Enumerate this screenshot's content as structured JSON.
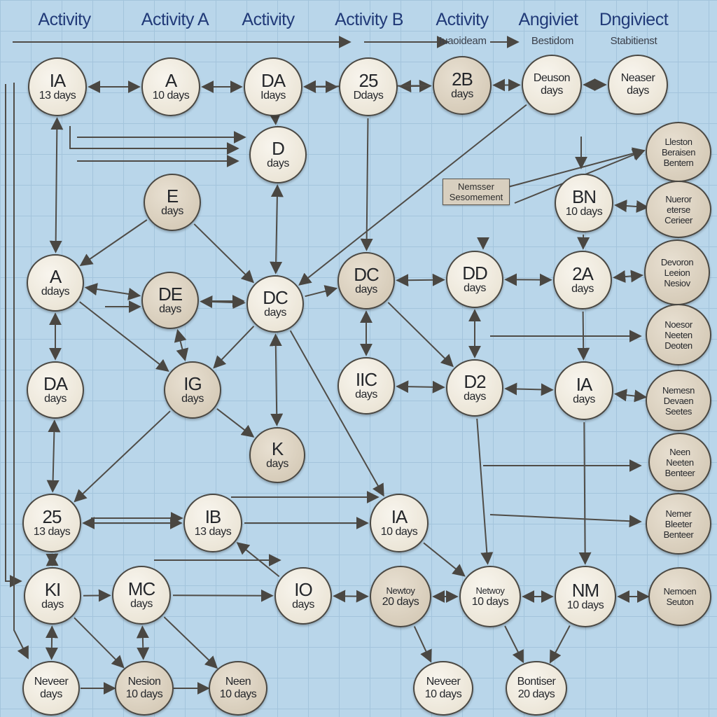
{
  "headers": [
    {
      "id": "h1",
      "text": "Activity"
    },
    {
      "id": "h2",
      "text": "Activity A"
    },
    {
      "id": "h3",
      "text": "Activity"
    },
    {
      "id": "h4",
      "text": "Activity B"
    },
    {
      "id": "h5",
      "text": "Activity"
    },
    {
      "id": "h6",
      "text": "Angiviet"
    },
    {
      "id": "h7",
      "text": "Dngiviect"
    }
  ],
  "subheaders": [
    {
      "id": "s1",
      "text": "Iuaoideam"
    },
    {
      "id": "s2",
      "text": "Bestidom"
    },
    {
      "id": "s3",
      "text": "Stabitienst"
    }
  ],
  "nodes": [
    {
      "id": "n01",
      "top": "IA",
      "bottom": "13 days"
    },
    {
      "id": "n02",
      "top": "A",
      "bottom": "10 days"
    },
    {
      "id": "n03",
      "top": "DA",
      "bottom": "Idays"
    },
    {
      "id": "n04",
      "top": "25",
      "bottom": "Ddays"
    },
    {
      "id": "n05",
      "top": "2B",
      "bottom": "days"
    },
    {
      "id": "n06",
      "top": "Deuson",
      "bottom": "days"
    },
    {
      "id": "n07",
      "top": "Neaser",
      "bottom": "days"
    },
    {
      "id": "n08",
      "top": "D",
      "bottom": "days"
    },
    {
      "id": "n09",
      "top": "E",
      "bottom": "days"
    },
    {
      "id": "n10",
      "top": "A",
      "bottom": "ddays"
    },
    {
      "id": "n11",
      "top": "DE",
      "bottom": "days"
    },
    {
      "id": "n12",
      "top": "DC",
      "bottom": "days"
    },
    {
      "id": "n13",
      "top": "DC",
      "bottom": "days"
    },
    {
      "id": "n14",
      "top": "DD",
      "bottom": "days"
    },
    {
      "id": "n15",
      "top": "BN",
      "bottom": "10 days"
    },
    {
      "id": "n16",
      "top": "2A",
      "bottom": "days"
    },
    {
      "id": "n17",
      "top": "DA",
      "bottom": "days"
    },
    {
      "id": "n18",
      "top": "IG",
      "bottom": "days"
    },
    {
      "id": "n19",
      "top": "IIC",
      "bottom": "days"
    },
    {
      "id": "n20",
      "top": "D2",
      "bottom": "days"
    },
    {
      "id": "n21",
      "top": "IA",
      "bottom": "days"
    },
    {
      "id": "n22",
      "top": "K",
      "bottom": "days"
    },
    {
      "id": "n23",
      "top": "25",
      "bottom": "13 days"
    },
    {
      "id": "n24",
      "top": "IB",
      "bottom": "13 days"
    },
    {
      "id": "n25",
      "top": "IA",
      "bottom": "10 days"
    },
    {
      "id": "n26",
      "top": "KI",
      "bottom": "days"
    },
    {
      "id": "n27",
      "top": "MC",
      "bottom": "days"
    },
    {
      "id": "n28",
      "top": "IO",
      "bottom": "days"
    },
    {
      "id": "n29",
      "top": "Newtoy",
      "bottom": "20 days"
    },
    {
      "id": "n30",
      "top": "Netwoy",
      "bottom": "10 days"
    },
    {
      "id": "n31",
      "top": "NM",
      "bottom": "10 days"
    },
    {
      "id": "n32",
      "top": "Neveer",
      "bottom": "days"
    },
    {
      "id": "n33",
      "top": "Nesion",
      "bottom": "10 days"
    },
    {
      "id": "n34",
      "top": "Neen",
      "bottom": "10 days"
    },
    {
      "id": "n35",
      "top": "Neveer",
      "bottom": "10 days"
    },
    {
      "id": "n36",
      "top": "Bontiser",
      "bottom": "20 days"
    },
    {
      "id": "r1",
      "top": "Lleston",
      "mid": "Beraisen",
      "bottom": "Bentern"
    },
    {
      "id": "r2",
      "top": "Nueror",
      "mid": "eterse",
      "bottom": "Cerieer"
    },
    {
      "id": "r3",
      "top": "Devoron",
      "mid": "Leeion",
      "bottom": "Nesiov"
    },
    {
      "id": "r4",
      "top": "Noesor",
      "mid": "Neeten",
      "bottom": "Deoten"
    },
    {
      "id": "r5",
      "top": "Nemesn",
      "mid": "Devaen",
      "bottom": "Seetes"
    },
    {
      "id": "r6",
      "top": "Neen",
      "mid": "Neeten",
      "bottom": "Benteer"
    },
    {
      "id": "r7",
      "top": "Nemer",
      "mid": "Bleeter",
      "bottom": "Benteer"
    },
    {
      "id": "r8",
      "top": "Nemoen",
      "bottom": "Seuton"
    }
  ],
  "label_box": {
    "top": "Nemsser",
    "bottom": "Sesomement"
  }
}
